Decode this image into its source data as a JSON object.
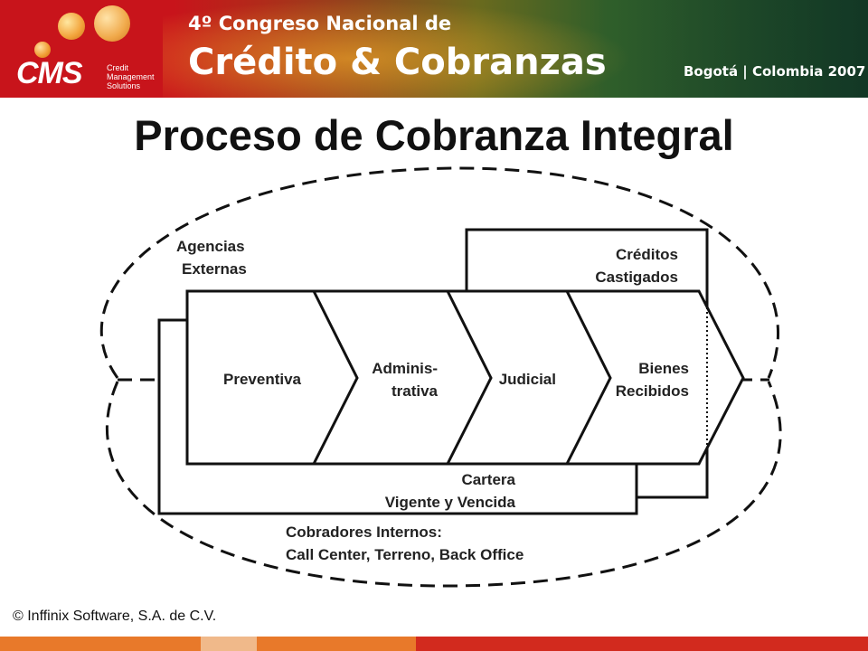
{
  "header": {
    "logo_text": "CMS",
    "logo_subtitle": [
      "Credit",
      "Management",
      "Solutions"
    ],
    "congress_line": "4º Congreso Nacional de",
    "brand_line": "Crédito & Cobranzas",
    "location": "Bogotá | Colombia 2007"
  },
  "title": "Proceso de Cobranza Integral",
  "diagram": {
    "agencias": [
      "Agencias",
      "Externas"
    ],
    "creditos": [
      "Créditos",
      "Castigados"
    ],
    "stages": [
      {
        "lines": [
          "Preventiva"
        ]
      },
      {
        "lines": [
          "Adminis-",
          "trativa"
        ]
      },
      {
        "lines": [
          "Judicial"
        ]
      },
      {
        "lines": [
          "Bienes",
          "Recibidos"
        ]
      }
    ],
    "cartera": [
      "Cartera",
      "Vigente y Vencida"
    ],
    "cobradores": [
      "Cobradores Internos:",
      "Call Center, Terreno, Back Office"
    ]
  },
  "footer": "© Inffinix Software, S.A. de C.V.",
  "colors": {
    "banner_red": "#c8141b",
    "banner_green": "#1f4f2f",
    "bar_orange": "#e8792a",
    "bar_red": "#d22a1e",
    "bar_tan": "#f0b98a"
  }
}
